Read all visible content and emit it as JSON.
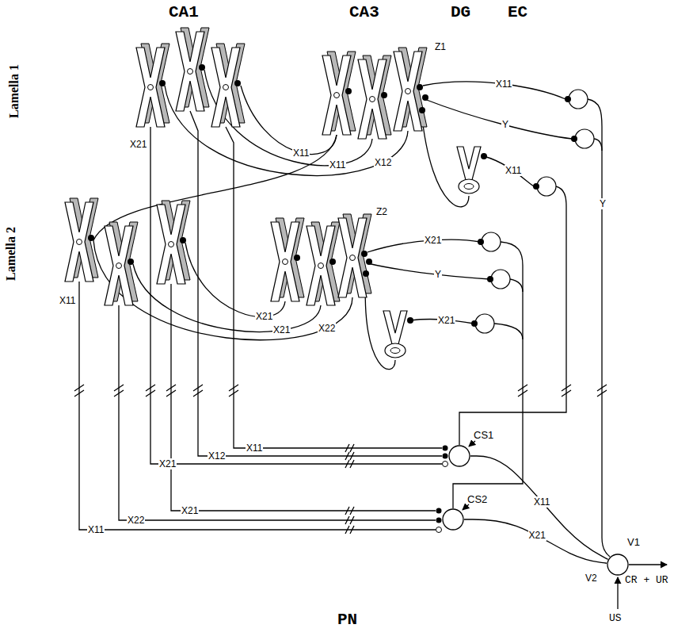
{
  "diagram": {
    "nodes": [
      {
        "text": [
          "CS1"
        ]
      },
      {
        "text": [
          "CS2"
        ]
      },
      {
        "text": [
          "V1"
        ]
      }
    ],
    "edges": [
      {
        "from": 0,
        "to": 2,
        "arrow": "none",
        "label": "X11"
      },
      {
        "from": 1,
        "to": 2,
        "arrow": "none",
        "label": "X21"
      }
    ],
    "labels": [
      "CA1",
      "CA3",
      "DG",
      "EC",
      "Lamella 1",
      "Z1",
      "X11",
      "Y",
      "X11",
      "X21",
      "X11",
      "X11",
      "X12",
      "Y",
      "Lamella 2",
      "Z2",
      "X21",
      "Y",
      "X21",
      "X11",
      "X21",
      "X21",
      "X22",
      "X21",
      "X12",
      "X11",
      "X21",
      "X22",
      "X11",
      "V2",
      "CR + UR",
      "US",
      "PN"
    ]
  }
}
